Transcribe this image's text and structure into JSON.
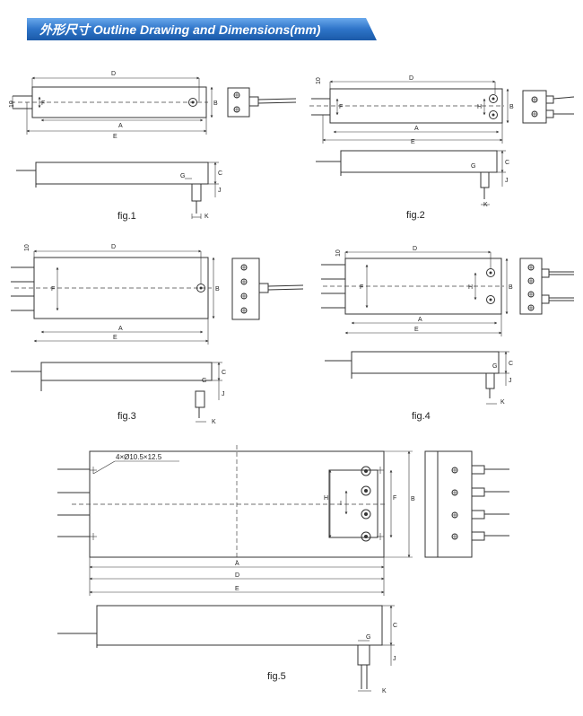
{
  "header": {
    "title": "外形尺寸  Outline Drawing and Dimensions(mm)",
    "bg_color": "#2e74c8"
  },
  "labels": {
    "A": "A",
    "B": "B",
    "C": "C",
    "D": "D",
    "E": "E",
    "F": "F",
    "G": "G",
    "H": "H",
    "I": "I",
    "J": "J",
    "K": "K",
    "ten": "10",
    "hole_spec": "4×Ø10.5×12.5"
  },
  "figures": [
    {
      "id": "fig1",
      "caption": "fig.1"
    },
    {
      "id": "fig2",
      "caption": "fig.2"
    },
    {
      "id": "fig3",
      "caption": "fig.3"
    },
    {
      "id": "fig4",
      "caption": "fig.4"
    },
    {
      "id": "fig5",
      "caption": "fig.5"
    }
  ]
}
